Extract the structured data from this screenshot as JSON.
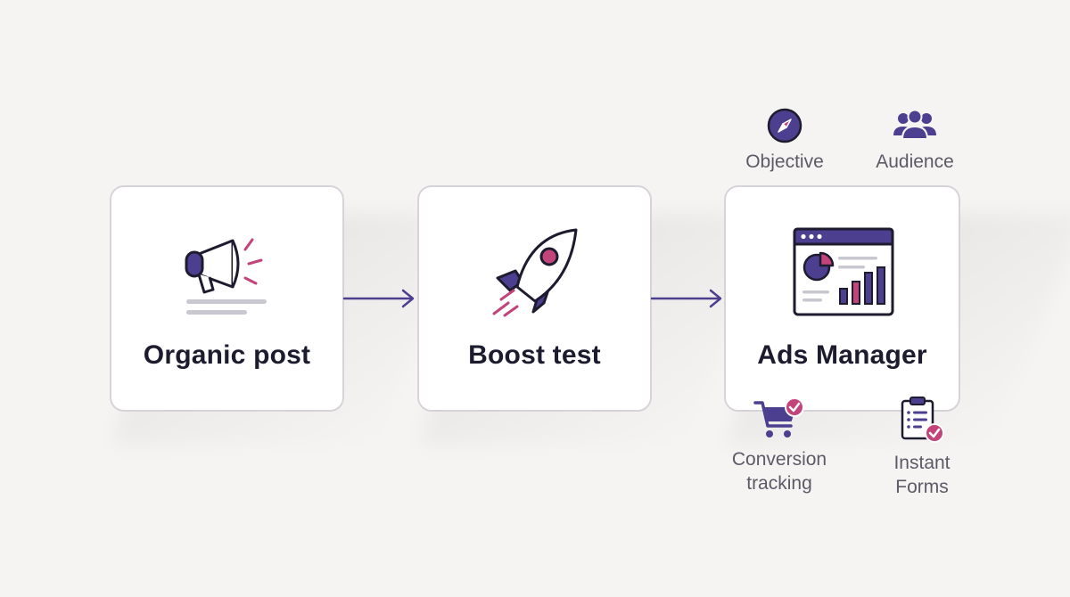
{
  "steps": [
    {
      "label": "Organic post"
    },
    {
      "label": "Boost test"
    },
    {
      "label": "Ads Manager"
    }
  ],
  "features": {
    "objective": "Objective",
    "audience": "Audience",
    "conversion_tracking": "Conversion\ntracking",
    "instant_forms": "Instant\nForms"
  },
  "colors": {
    "primary": "#4d3f8f",
    "accent": "#c2447a",
    "muted": "#c9c8d0",
    "background": "#f6f4f2",
    "card_border": "#d6d4d9"
  },
  "icons": {
    "step_1": "megaphone-icon",
    "step_2": "rocket-icon",
    "step_3": "dashboard-icon",
    "objective": "compass-icon",
    "audience": "people-icon",
    "conversion_tracking": "shopping-cart-check-icon",
    "instant_forms": "clipboard-check-icon"
  }
}
